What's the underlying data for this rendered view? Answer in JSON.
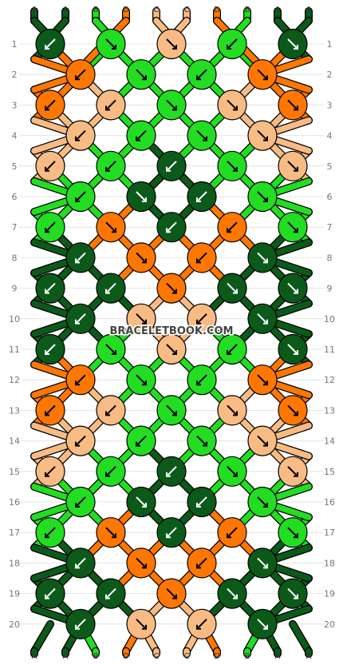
{
  "watermark": "BRACELETBOOK.COM",
  "colors": {
    "A": "#0b5a1a",
    "B": "#22dd22",
    "C": "#f7bb83",
    "D": "#ff7700"
  },
  "strands_top": [
    "A",
    "A",
    "B",
    "D",
    "C",
    "C",
    "D",
    "B",
    "A",
    "A"
  ],
  "strands_bottom": [
    "A",
    "A",
    "B",
    "D",
    "C",
    "C",
    "D",
    "B",
    "A",
    "A"
  ],
  "row_labels": [
    "1",
    "2",
    "3",
    "4",
    "5",
    "6",
    "7",
    "8",
    "9",
    "10",
    "11",
    "12",
    "13",
    "14",
    "15",
    "16",
    "17",
    "18",
    "19",
    "20"
  ],
  "knots": [
    [
      {
        "c": "A",
        "d": "sw"
      },
      {
        "c": "B",
        "d": "se"
      },
      {
        "c": "C",
        "d": "se"
      },
      {
        "c": "B",
        "d": "sw"
      },
      {
        "c": "A",
        "d": "se"
      }
    ],
    [
      {
        "c": "D",
        "d": "sw"
      },
      {
        "c": "B",
        "d": "se"
      },
      {
        "c": "B",
        "d": "sw"
      },
      {
        "c": "D",
        "d": "se"
      }
    ],
    [
      {
        "c": "D",
        "d": "sw"
      },
      {
        "c": "C",
        "d": "sw"
      },
      {
        "c": "B",
        "d": "se"
      },
      {
        "c": "C",
        "d": "se"
      },
      {
        "c": "D",
        "d": "se"
      }
    ],
    [
      {
        "c": "C",
        "d": "sw"
      },
      {
        "c": "B",
        "d": "sw"
      },
      {
        "c": "B",
        "d": "se"
      },
      {
        "c": "C",
        "d": "se"
      }
    ],
    [
      {
        "c": "C",
        "d": "sw"
      },
      {
        "c": "B",
        "d": "sw"
      },
      {
        "c": "A",
        "d": "sw"
      },
      {
        "c": "B",
        "d": "se"
      },
      {
        "c": "C",
        "d": "se"
      }
    ],
    [
      {
        "c": "B",
        "d": "sw"
      },
      {
        "c": "A",
        "d": "se"
      },
      {
        "c": "A",
        "d": "sw"
      },
      {
        "c": "B",
        "d": "se"
      }
    ],
    [
      {
        "c": "B",
        "d": "sw"
      },
      {
        "c": "D",
        "d": "se"
      },
      {
        "c": "A",
        "d": "sw"
      },
      {
        "c": "D",
        "d": "sw"
      },
      {
        "c": "B",
        "d": "se"
      }
    ],
    [
      {
        "c": "A",
        "d": "sw"
      },
      {
        "c": "D",
        "d": "se"
      },
      {
        "c": "D",
        "d": "sw"
      },
      {
        "c": "A",
        "d": "se"
      }
    ],
    [
      {
        "c": "A",
        "d": "sw"
      },
      {
        "c": "A",
        "d": "sw"
      },
      {
        "c": "D",
        "d": "se"
      },
      {
        "c": "A",
        "d": "se"
      },
      {
        "c": "A",
        "d": "se"
      }
    ],
    [
      {
        "c": "A",
        "d": "sw"
      },
      {
        "c": "C",
        "d": "se"
      },
      {
        "c": "C",
        "d": "sw"
      },
      {
        "c": "A",
        "d": "se"
      }
    ],
    [
      {
        "c": "A",
        "d": "sw"
      },
      {
        "c": "B",
        "d": "se"
      },
      {
        "c": "C",
        "d": "se"
      },
      {
        "c": "B",
        "d": "sw"
      },
      {
        "c": "A",
        "d": "se"
      }
    ],
    [
      {
        "c": "D",
        "d": "sw"
      },
      {
        "c": "B",
        "d": "se"
      },
      {
        "c": "B",
        "d": "sw"
      },
      {
        "c": "D",
        "d": "se"
      }
    ],
    [
      {
        "c": "D",
        "d": "sw"
      },
      {
        "c": "C",
        "d": "sw"
      },
      {
        "c": "B",
        "d": "se"
      },
      {
        "c": "C",
        "d": "se"
      },
      {
        "c": "D",
        "d": "se"
      }
    ],
    [
      {
        "c": "C",
        "d": "sw"
      },
      {
        "c": "B",
        "d": "sw"
      },
      {
        "c": "B",
        "d": "se"
      },
      {
        "c": "C",
        "d": "se"
      }
    ],
    [
      {
        "c": "C",
        "d": "sw"
      },
      {
        "c": "B",
        "d": "sw"
      },
      {
        "c": "A",
        "d": "sw"
      },
      {
        "c": "B",
        "d": "se"
      },
      {
        "c": "C",
        "d": "se"
      }
    ],
    [
      {
        "c": "B",
        "d": "sw"
      },
      {
        "c": "A",
        "d": "se"
      },
      {
        "c": "A",
        "d": "sw"
      },
      {
        "c": "B",
        "d": "se"
      }
    ],
    [
      {
        "c": "B",
        "d": "sw"
      },
      {
        "c": "D",
        "d": "se"
      },
      {
        "c": "A",
        "d": "sw"
      },
      {
        "c": "D",
        "d": "sw"
      },
      {
        "c": "B",
        "d": "se"
      }
    ],
    [
      {
        "c": "A",
        "d": "sw"
      },
      {
        "c": "D",
        "d": "se"
      },
      {
        "c": "D",
        "d": "sw"
      },
      {
        "c": "A",
        "d": "se"
      }
    ],
    [
      {
        "c": "A",
        "d": "sw"
      },
      {
        "c": "A",
        "d": "sw"
      },
      {
        "c": "D",
        "d": "se"
      },
      {
        "c": "A",
        "d": "se"
      },
      {
        "c": "A",
        "d": "se"
      }
    ],
    [
      {
        "c": "A",
        "d": "sw"
      },
      {
        "c": "C",
        "d": "se"
      },
      {
        "c": "C",
        "d": "sw"
      },
      {
        "c": "A",
        "d": "se"
      }
    ]
  ]
}
